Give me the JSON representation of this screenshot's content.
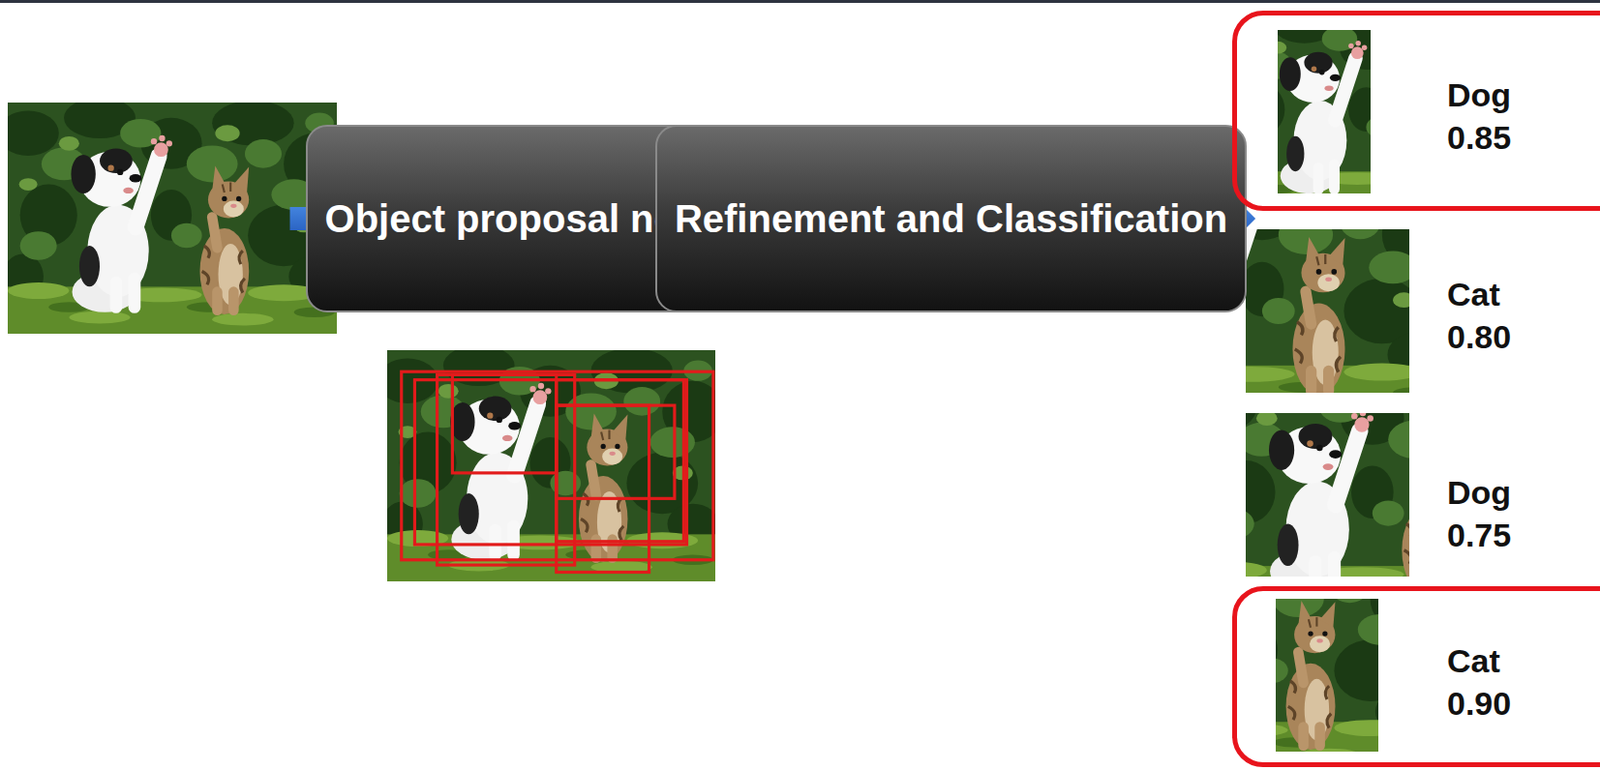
{
  "diagram": {
    "nodes": [
      {
        "text": [
          "Object proposal network"
        ]
      },
      {
        "text": [
          "Refinement and Classification"
        ]
      },
      {
        "text": [
          "Dog",
          "0.85"
        ]
      },
      {
        "text": [
          "Cat",
          "0.90"
        ]
      }
    ],
    "edges": [
      {
        "from": 0,
        "to": 1,
        "arrow": "to"
      }
    ],
    "labels": [
      "Cat",
      "0.80",
      "Dog",
      "0.75"
    ]
  }
}
